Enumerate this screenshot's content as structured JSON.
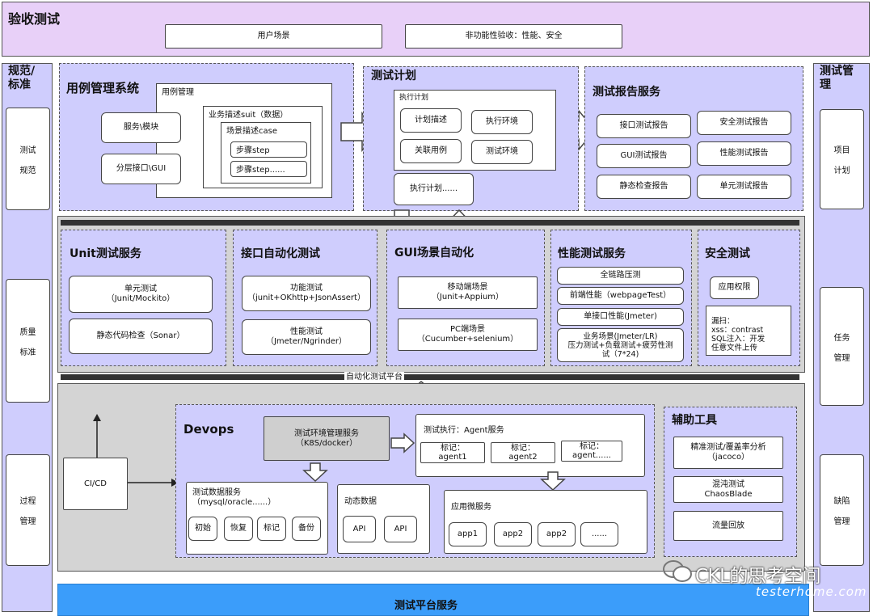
{
  "acceptance": {
    "title": "验收测试",
    "box1": "用户场景",
    "box2": "非功能性验收：性能、安全"
  },
  "left_col": {
    "title": "规范/\n标准",
    "items": [
      [
        "测试",
        "规范"
      ],
      [
        "质量",
        "标准"
      ],
      [
        "过程",
        "管理"
      ]
    ]
  },
  "right_col": {
    "title": "测试管\n理",
    "items": [
      [
        "项目",
        "计划"
      ],
      [
        "任务",
        "管理"
      ],
      [
        "缺陷",
        "管理"
      ]
    ]
  },
  "case_mgmt": {
    "title": "用例管理系统",
    "inner_label": "用例管理",
    "service": "服务\\模块",
    "layer": "分层接口\\GUI",
    "suit": "业务描述suit（数据）",
    "case": "场景描述case",
    "step1": "步骤step",
    "step2": "步骤step......"
  },
  "test_plan": {
    "title": "测试计划",
    "exec_plan": "执行计划",
    "desc": "计划描述",
    "env1": "执行环境",
    "case": "关联用例",
    "env2": "测试环境",
    "exec_more": "执行计划......"
  },
  "report": {
    "title": "测试报告服务",
    "items": [
      "接口测试报告",
      "安全测试报告",
      "GUI测试报告",
      "性能测试报告",
      "静态检查报告",
      "单元测试报告"
    ]
  },
  "unit": {
    "title": "Unit测试服务",
    "b1": "单元测试\n（Junit/Mockito）",
    "b2": "静态代码检查（Sonar）"
  },
  "api": {
    "title": "接口自动化测试",
    "b1": "功能测试\n（junit+OKhttp+JsonAssert）",
    "b2": "性能测试\n（Jmeter/Ngrinder）"
  },
  "gui": {
    "title": "GUI场景自动化",
    "b1": "移动端场景\n（Junit+Appium）",
    "b2": "PC端场景\n（Cucumber+selenium）"
  },
  "perf": {
    "title": "性能测试服务",
    "b1": "全链路压测",
    "b2": "前端性能（webpageTest）",
    "b3": "单接口性能(Jmeter)",
    "b4": "业务场景(Jmeter/LR)\n压力测试+负载测试+疲劳性测\n试（7*24)"
  },
  "sec": {
    "title": "安全测试",
    "b1": "应用权限",
    "b2": "漏扫：\nxss：contrast\nSQL注入：开发\n任意文件上传"
  },
  "platform_bar": "自动化测试平台",
  "cicd": "CI/CD",
  "devops": {
    "title": "Devops",
    "env_mgmt": "测试环境管理服务\n（K8S/docker）",
    "agent_title": "测试执行：Agent服务",
    "agents": [
      "标记：\nagent1",
      "标记：\nagent2",
      "标记：\nagent......"
    ],
    "data_title": "测试数据服务\n（mysql/oracle......）",
    "data_btns": [
      "初始",
      "恢复",
      "标记",
      "备份"
    ],
    "dyn_title": "动态数据",
    "apis": [
      "API",
      "API"
    ],
    "micro_title": "应用微服务",
    "apps": [
      "app1",
      "app2",
      "app2",
      "......"
    ]
  },
  "tools": {
    "title": "辅助工具",
    "b1": "精准测试/覆盖率分析\n（jacoco）",
    "b2": "混沌测试\nChaosBlade",
    "b3": "流量回放"
  },
  "bottom": "测试平台服务",
  "watermark": {
    "brand": "CKL的思考空间",
    "site": "testerhome.com"
  }
}
